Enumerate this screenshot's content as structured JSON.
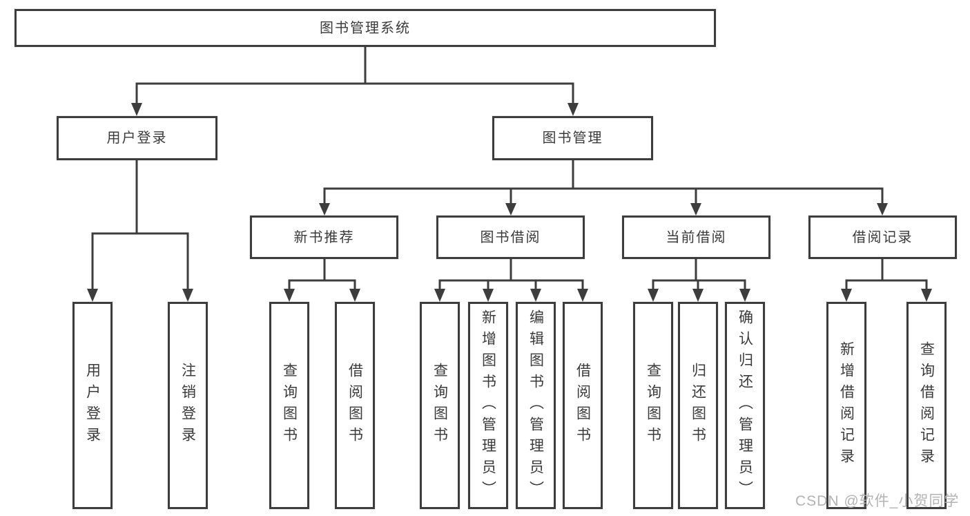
{
  "diagram": {
    "root": {
      "label": "图书管理系统"
    },
    "branches": [
      {
        "label": "用户登录",
        "children": [
          {
            "label": "用户登录"
          },
          {
            "label": "注销登录"
          }
        ]
      },
      {
        "label": "图书管理",
        "children": [
          {
            "label": "新书推荐",
            "children": [
              {
                "label": "查询图书"
              },
              {
                "label": "借阅图书"
              }
            ]
          },
          {
            "label": "图书借阅",
            "children": [
              {
                "label": "查询图书"
              },
              {
                "label": "新增图书（管理员）"
              },
              {
                "label": "编辑图书（管理员）"
              },
              {
                "label": "借阅图书"
              }
            ]
          },
          {
            "label": "当前借阅",
            "children": [
              {
                "label": "查询图书"
              },
              {
                "label": "归还图书"
              },
              {
                "label": "确认归还（管理员）"
              }
            ]
          },
          {
            "label": "借阅记录",
            "children": [
              {
                "label": "新增借阅记录"
              },
              {
                "label": "查询借阅记录"
              }
            ]
          }
        ]
      }
    ]
  },
  "watermark": {
    "text": "CSDN @软件_小贺同学"
  },
  "colors": {
    "line": "#3d3d3d",
    "text": "#3a3a3a",
    "box_background": "#ffffff",
    "page_background": "#ffffff",
    "watermark": "#b3b3b3"
  }
}
